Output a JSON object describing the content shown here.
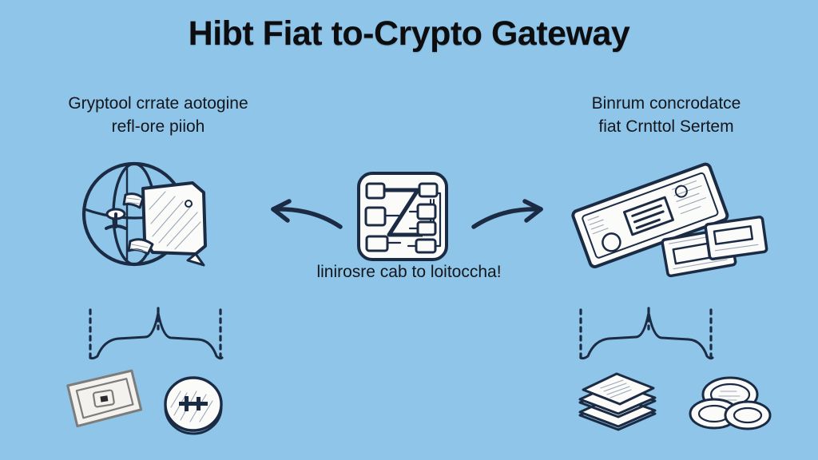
{
  "page": {
    "title": "Hibt Fiat to-Crypto Gateway",
    "background_color": "#8ec5e8",
    "ink_color": "#1b2b44",
    "text_color": "#14161c"
  },
  "left_panel": {
    "caption_line1": "Gryptool crrate aotogine",
    "caption_line2": "refl-ore piioh",
    "icon": "globe-banknote-icon"
  },
  "right_panel": {
    "caption_line1": "Binrum concrodatce",
    "caption_line2": "fiat Crnttol Sertem",
    "icon": "banknotes-icon"
  },
  "center_panel": {
    "caption": "linirosre cab to loitoccha!",
    "icon": "circuit-chip-icon",
    "arrow_left": "arrow-left-icon",
    "arrow_right": "arrow-right-icon"
  },
  "bottom_left": {
    "curve": "peak-curve-icon",
    "items": [
      "banknote-icon",
      "coin-icon"
    ]
  },
  "bottom_right": {
    "curve": "peak-curve-icon",
    "items": [
      "document-stack-icon",
      "coin-pile-icon"
    ]
  },
  "chart_data": {
    "type": "line",
    "title": "",
    "xlabel": "",
    "ylabel": "",
    "series": [
      {
        "name": "left-distribution",
        "x": [
          0,
          0.04,
          0.12,
          0.28,
          0.45,
          0.5,
          0.55,
          0.72,
          0.88,
          0.96,
          1.0
        ],
        "values": [
          0.02,
          0.04,
          0.42,
          0.5,
          0.56,
          1.0,
          0.56,
          0.5,
          0.44,
          0.06,
          0.0
        ]
      },
      {
        "name": "right-distribution",
        "x": [
          0,
          0.04,
          0.12,
          0.28,
          0.45,
          0.5,
          0.55,
          0.72,
          0.88,
          0.96,
          1.0
        ],
        "values": [
          0.02,
          0.04,
          0.42,
          0.5,
          0.56,
          1.0,
          0.56,
          0.5,
          0.44,
          0.06,
          0.0
        ]
      }
    ],
    "guides": [
      {
        "name": "left-dashed-guide",
        "x": 0.0
      },
      {
        "name": "center-dashed-guide",
        "x": 0.5
      },
      {
        "name": "right-dashed-guide",
        "x": 1.0
      }
    ],
    "grid": false,
    "legend": "none"
  }
}
